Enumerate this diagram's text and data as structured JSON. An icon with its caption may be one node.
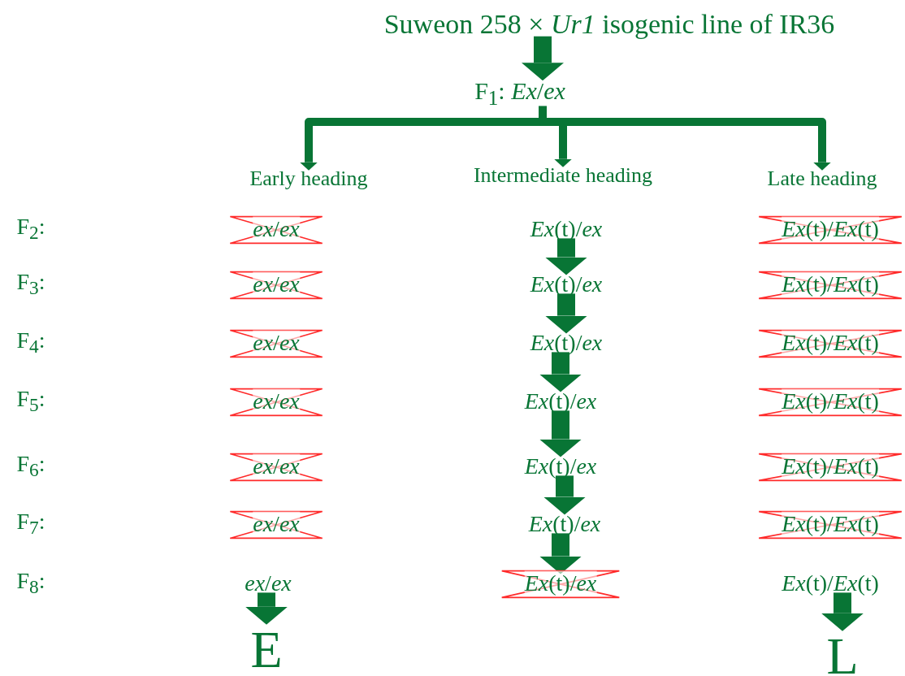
{
  "diagram": {
    "nodes": [
      {
        "text": [
          "Suweon 258 × *Ur1* isogenic line of IR36"
        ]
      },
      {
        "text": [
          "F$_{1}$: *Ex*/*ex*"
        ]
      },
      {
        "text": [
          "Early heading"
        ]
      },
      {
        "text": [
          "Intermediate heading"
        ]
      },
      {
        "text": [
          "Late heading"
        ]
      },
      {
        "text": [
          "*Ex*(t)/*ex*"
        ]
      },
      {
        "text": [
          "*Ex*(t)/*ex*"
        ]
      },
      {
        "text": [
          "*Ex*(t)/*ex*"
        ]
      },
      {
        "text": [
          "*Ex*(t)/*ex*"
        ]
      },
      {
        "text": [
          "*Ex*(t)/*ex*"
        ]
      },
      {
        "text": [
          "*Ex*(t)/*ex*"
        ]
      },
      {
        "text": [
          "*ex*/*ex*"
        ]
      },
      {
        "text": [
          "*Ex*(t)/*ex*"
        ]
      },
      {
        "text": [
          "*Ex*(t)/*Ex*(t)"
        ]
      },
      {
        "text": [
          "E"
        ]
      },
      {
        "text": [
          "L"
        ]
      }
    ],
    "edges": [
      {
        "from": 0,
        "to": 1,
        "arrow": "to"
      },
      {
        "from": 1,
        "to": 2,
        "arrow": "to"
      },
      {
        "from": 1,
        "to": 3,
        "arrow": "to"
      },
      {
        "from": 1,
        "to": 4,
        "arrow": "to"
      },
      {
        "from": 5,
        "to": 6,
        "arrow": "to"
      },
      {
        "from": 6,
        "to": 7,
        "arrow": "to"
      },
      {
        "from": 7,
        "to": 8,
        "arrow": "to"
      },
      {
        "from": 8,
        "to": 9,
        "arrow": "to"
      },
      {
        "from": 9,
        "to": 10,
        "arrow": "to"
      },
      {
        "from": 10,
        "to": 12,
        "arrow": "to"
      },
      {
        "from": 11,
        "to": 14,
        "arrow": "to"
      },
      {
        "from": 13,
        "to": 15,
        "arrow": "to"
      }
    ],
    "labels": [
      "F$_{2}$:",
      "*ex*/*ex*",
      "*Ex*(t)/*Ex*(t)",
      "F$_{3}$:",
      "*ex*/*ex*",
      "*Ex*(t)/*Ex*(t)",
      "F$_{4}$:",
      "*ex*/*ex*",
      "*Ex*(t)/*Ex*(t)",
      "F$_{5}$:",
      "*ex*/*ex*",
      "*Ex*(t)/*Ex*(t)",
      "F$_{6}$:",
      "*ex*/*ex*",
      "*Ex*(t)/*Ex*(t)",
      "F$_{7}$:",
      "*ex*/*ex*",
      "*Ex*(t)/*Ex*(t)",
      "F$_{8}$:"
    ]
  }
}
